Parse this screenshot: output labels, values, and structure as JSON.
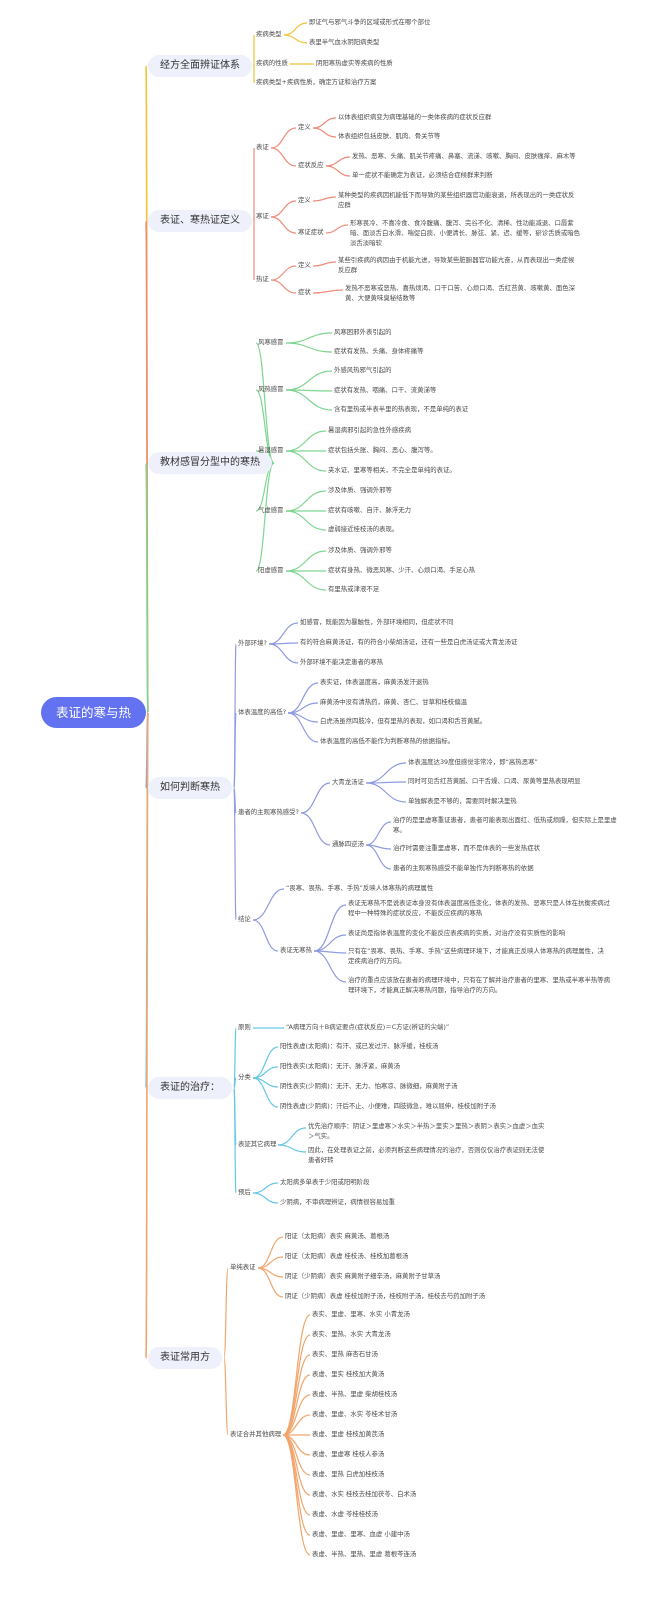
{
  "title": "表证的寒与热",
  "colors": {
    "c1": "#f1c232",
    "c2": "#ee8b7a",
    "c3": "#7fd590",
    "c4": "#8e9be0",
    "c5": "#66c7e5",
    "c6": "#f2a56c",
    "root": "#6272f0",
    "pill": "#eef0fb"
  },
  "sections": [
    {
      "label": "经方全面辨证体系",
      "children": [
        {
          "label": "疾病类型",
          "children": [
            {
              "label": "即证气与邪气斗争的区域或形式在哪个部位"
            },
            {
              "label": "表里半气血水阴阳病类型"
            }
          ]
        },
        {
          "label": "疾病的性质",
          "children": [
            {
              "label": "阴阳寒热虚实等疾病的性质"
            }
          ]
        },
        {
          "label": "疾病类型+疾病性质，确定方证和治疗方案"
        }
      ]
    },
    {
      "label": "表证、寒热证定义",
      "children": [
        {
          "label": "表证",
          "children": [
            {
              "label": "定义",
              "children": [
                {
                  "label": "以体表组织病变为病理基础的一类体疾病的症状反应群"
                },
                {
                  "label": "体表组织包括皮肤、肌肉、骨关节等"
                }
              ]
            },
            {
              "label": "症状反应",
              "children": [
                {
                  "label": "发热、恶寒、头痛、肌关节疼痛、鼻塞、流涕、咳嗽、胸闷、皮肤瘙痒、麻木等"
                },
                {
                  "label": "单一症状不能确定为表证，必须结合症候群来判断"
                }
              ]
            }
          ]
        },
        {
          "label": "寒证",
          "children": [
            {
              "label": "定义",
              "children": [
                {
                  "label": "某种类型的疾病因机能低下而导致的某些组织器官功能衰退，所表现出的一类症状反应群"
                }
              ]
            },
            {
              "label": "寒证症状",
              "children": [
                {
                  "label": "形寒畏冷、不喜冷食、食冷腹痛、腹泻、完谷不化、清稀、性功能减退、口唇紫暗、面淡舌白水滑、喘促白痰、小便清长、脉弦、紧、迟、缓等，瘀诊舌质或暗色淡舌淡暗软"
                }
              ]
            }
          ]
        },
        {
          "label": "热证",
          "children": [
            {
              "label": "定义",
              "children": [
                {
                  "label": "某些引疾病的病因由于机能亢进，导致某些脏腑器官功能亢奋，从而表现出一类症候反应群"
                }
              ]
            },
            {
              "label": "症状",
              "children": [
                {
                  "label": "发热不恶寒或恶热、喜热烦渴、口干口苦、心烦口渴、舌红苔黄、咳嗽黄、面色深黄、大便黄味臭秘结数等"
                }
              ]
            }
          ]
        }
      ]
    },
    {
      "label": "教材感冒分型中的寒热",
      "children": [
        {
          "label": "风寒感冒",
          "children": [
            {
              "label": "风寒困邪外表引起的"
            },
            {
              "label": "症状有发热、头痛、身体疼痛等"
            }
          ]
        },
        {
          "label": "风热感冒",
          "children": [
            {
              "label": "外感风热邪气引起的"
            },
            {
              "label": "症状有发热、咽痛、口干、流黄涕等"
            },
            {
              "label": "含有里热或半表半里的热表现，不是单纯的表证"
            }
          ]
        },
        {
          "label": "暑湿感冒",
          "children": [
            {
              "label": "暑湿病邪引起的急性外感疾病"
            },
            {
              "label": "症状包括头胀、胸闷、恶心、腹泻等。"
            },
            {
              "label": "夹水证、里寒等相关，不完全是单纯的表证。"
            }
          ]
        },
        {
          "label": "气虚感冒",
          "children": [
            {
              "label": "涉及体质、强调外邪等"
            },
            {
              "label": "症状有咳嗽、自汗、脉浮无力"
            },
            {
              "label": "虚弱接近桂枝汤的表现。"
            }
          ]
        },
        {
          "label": "阳虚感冒",
          "children": [
            {
              "label": "涉及体质、强调外邪等"
            },
            {
              "label": "症状有身热、微恶风寒、少汗、心烦口渴、手足心热"
            },
            {
              "label": "有里热或津液不足"
            }
          ]
        }
      ]
    },
    {
      "label": "如何判断寒热",
      "children": [
        {
          "label": "外部环境?",
          "children": [
            {
              "label": "如感冒，既能因为暴触性，外部环境相同，但症状不同"
            },
            {
              "label": "有的符合麻黄汤证，有的符合小柴胡汤证，还有一些是白虎汤证或大青龙汤证"
            },
            {
              "label": "外部环境不能决定患者的寒热"
            }
          ]
        },
        {
          "label": "体表温度的高低?",
          "children": [
            {
              "label": "表实证，体表温度高，麻黄汤发汗退热"
            },
            {
              "label": "麻黄汤中没有清热药，麻黄、杏仁、甘草和桂枝偏温"
            },
            {
              "label": "白虎汤虽然四肢冷，但有里热的表现，如口渴和舌苔黄腻。"
            },
            {
              "label": "体表温度的高低不能作为判断寒热的依据指标。"
            }
          ]
        },
        {
          "label": "患者的主观寒热感受?",
          "children": [
            {
              "label": "大青龙汤证",
              "children": [
                {
                  "label": "体表温度达39度但感觉非常冷，即“高热恶寒”"
                },
                {
                  "label": "同时可见舌红苔黄腻、口干舌燥、口渴、尿黄等里热表现明显"
                },
                {
                  "label": "单独解表是不够的，需要同时解决里热"
                }
              ]
            },
            {
              "label": "通脉四逆汤",
              "children": [
                {
                  "label": "治疗的是里虚寒重证患者，患者可能表现出面红、低热或烦躁，但实际上是里虚寒。"
                },
                {
                  "label": "治疗时需要注重里虚寒，而不是体表的一些发热症状"
                },
                {
                  "label": "患者的主观寒热感受不能单独作为判断寒热的依据"
                }
              ]
            }
          ]
        },
        {
          "label": "结论",
          "children": [
            {
              "label": "“畏寒、畏热、手寒、手热”反映人体寒热的病理属性"
            },
            {
              "label": "表证无寒热",
              "children": [
                {
                  "label": "表证无寒热不是说表证本身没有体表温度高低变化，体表的发热、恶寒只是人体在抗衡疾病过程中一种特殊的症状反应，不能反应疾病的寒热"
                },
                {
                  "label": "表证尚是指体表温度的变化不能反应表疾病的实质，对治疗没有实质性的影响"
                },
                {
                  "label": "只有在“畏寒、畏热、手寒、手热”这些病理环境下，才能真正反映人体寒热的病理属性，决定疾病治疗的方向。"
                },
                {
                  "label": "治疗的重点应该放在患者的病理环境中，只有在了解并治疗患者的里寒、里热或半寒半热等病理环境下，才能真正解决寒热问题，指导治疗的方向。"
                }
              ]
            }
          ]
        }
      ]
    },
    {
      "label": "表证的治疗：",
      "children": [
        {
          "label": "原则",
          "children": [
            {
              "label": "“A病理方向＋B病证要点(症状反应)＝C方证(辨证的尖端)”"
            }
          ]
        },
        {
          "label": "分类",
          "children": [
            {
              "label": "阳性表虚(太阳病)：有汗、或已发过汗、脉浮缓，桂枝汤"
            },
            {
              "label": "阳性表实(太阳病)：无汗、脉浮紧，麻黄汤"
            },
            {
              "label": "阴性表实(少阴病)：无汗、无力、怕寒凉、脉微细，麻黄附子汤"
            },
            {
              "label": "阴性表虚(少阴病)：汗后不止、小便难，四肢微急，难以屈伸，桂枝加附子汤"
            }
          ]
        },
        {
          "label": "表証其它病理",
          "children": [
            {
              "label": "优先治疗顺序：阴证＞里虚寒＞水实＞半热＞里实＞里热＞表阴＞表实＞血虚＞血实＞气实。"
            },
            {
              "label": "因此，在处理表证之前，必须判断这些病理情况的治疗，否则仅仅治疗表证则无法使患者好转"
            }
          ]
        },
        {
          "label": "预后",
          "children": [
            {
              "label": "太阳病多单表于少阳或阳明阶段"
            },
            {
              "label": "少阴病，不审病理辨证，病情很容易加重"
            }
          ]
        }
      ]
    },
    {
      "label": "表证常用方",
      "children": [
        {
          "label": "单纯表证",
          "children": [
            {
              "label": "阳证（太阳病）表实 麻黄汤、葛根汤"
            },
            {
              "label": "阳证（太阳病）表虚 桂枝汤、桂枝加葛根汤"
            },
            {
              "label": "阴证（少阴病）表实 麻黄附子细辛汤，麻黄附子甘草汤"
            },
            {
              "label": "阴证（少阴病）表虚 桂枝加附子汤，桂枝附子汤，桂枝去芍药加附子汤"
            }
          ]
        },
        {
          "label": "表证合并其他病理",
          "children": [
            {
              "label": "表实、里虚、里寒、水实 小青龙汤"
            },
            {
              "label": "表实、里热、水实 大青龙汤"
            },
            {
              "label": "表实、里热 麻杏石甘汤"
            },
            {
              "label": "表虚、里实 桂枝加大黄汤"
            },
            {
              "label": "表虚、半热、里虚 柴胡桂枝汤"
            },
            {
              "label": "表虚、里虚、水实 苓桂术甘汤"
            },
            {
              "label": "表虚、里虚 桂枝加黄芪汤"
            },
            {
              "label": "表虚、里虚寒 桂枝人参汤"
            },
            {
              "label": "表虚、里热 白虎加桂枝汤"
            },
            {
              "label": "表虚、水实 桂枝去桂加茯苓、白术汤"
            },
            {
              "label": "表虚、水虚 苓桂桂枝汤"
            },
            {
              "label": "表虚、里虚、里寒、血虚 小建中汤"
            },
            {
              "label": "表虚、半热、里热、里虚 葛根芩连汤"
            }
          ]
        }
      ]
    }
  ]
}
